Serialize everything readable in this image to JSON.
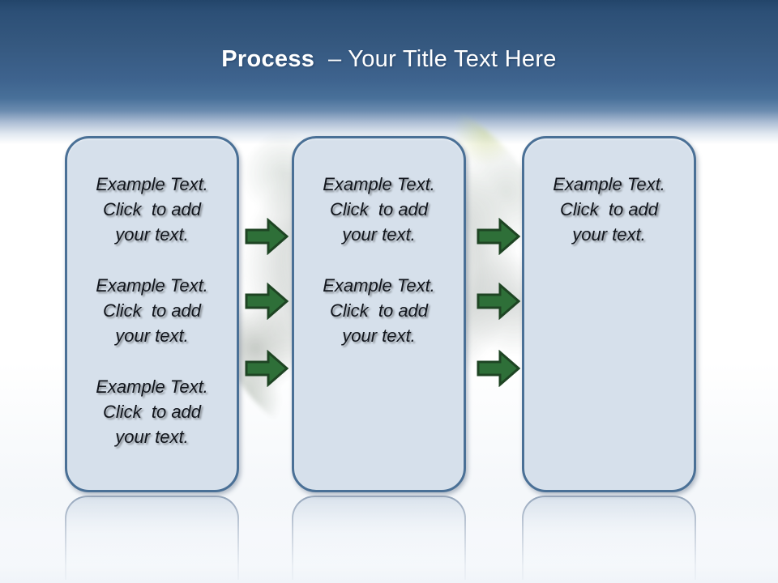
{
  "slide": {
    "title": {
      "keyword": "Process",
      "separator": "–",
      "text": "Your Title Text Here"
    }
  },
  "colors": {
    "header_blue_top": "#23456a",
    "header_blue_mid": "#3e638e",
    "box_fill": "#d6e0eb",
    "box_border": "#4a7096",
    "arrow_fill": "#2e6f38",
    "arrow_border": "#1e4423",
    "title_text": "#ffffff",
    "body_text": "#11151c"
  },
  "boxes": [
    {
      "name": "process-step-1",
      "paragraphs": [
        {
          "lines": [
            "Example Text.",
            "Click  to add",
            "your text."
          ]
        },
        {
          "lines": [
            "Example Text.",
            "Click  to add",
            "your text."
          ]
        },
        {
          "lines": [
            "Example Text.",
            "Click  to add",
            "your text."
          ]
        }
      ]
    },
    {
      "name": "process-step-2",
      "paragraphs": [
        {
          "lines": [
            "Example Text.",
            "Click  to add",
            "your text."
          ]
        },
        {
          "lines": [
            "Example Text.",
            "Click  to add",
            "your text."
          ]
        }
      ]
    },
    {
      "name": "process-step-3",
      "paragraphs": [
        {
          "lines": [
            "Example Text.",
            "Click  to add",
            "your text."
          ]
        }
      ]
    }
  ],
  "arrows": {
    "direction": "right",
    "columns": [
      {
        "between": "step-1-and-step-2",
        "count": 3
      },
      {
        "between": "step-2-and-step-3",
        "count": 3
      }
    ]
  }
}
